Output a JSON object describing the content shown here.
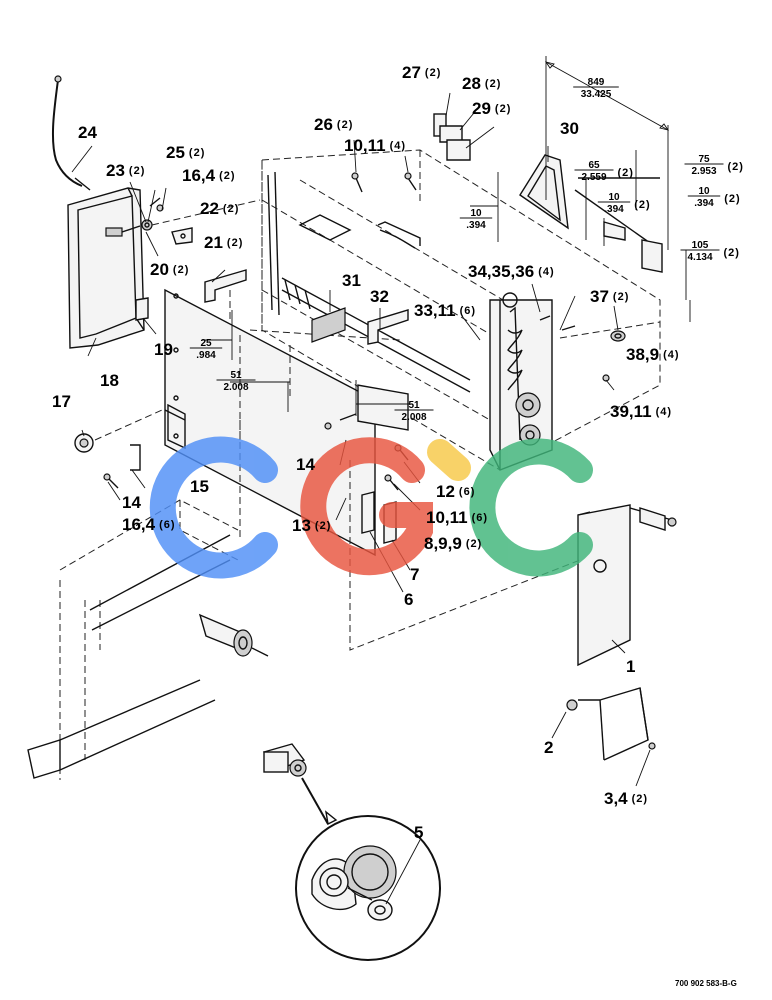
{
  "callouts": [
    {
      "id": "c24",
      "label": "24",
      "qty": ""
    },
    {
      "id": "c23",
      "label": "23",
      "qty": "(2)"
    },
    {
      "id": "c25",
      "label": "25",
      "qty": "(2)"
    },
    {
      "id": "c16a",
      "label": "16,4",
      "qty": "(2)"
    },
    {
      "id": "c22",
      "label": "22",
      "qty": "(2)"
    },
    {
      "id": "c20",
      "label": "20",
      "qty": "(2)"
    },
    {
      "id": "c19",
      "label": "19",
      "qty": ""
    },
    {
      "id": "c18",
      "label": "18",
      "qty": ""
    },
    {
      "id": "c17",
      "label": "17",
      "qty": ""
    },
    {
      "id": "c14a",
      "label": "14",
      "qty": ""
    },
    {
      "id": "c16b",
      "label": "16,4",
      "qty": "(6)"
    },
    {
      "id": "c15",
      "label": "15",
      "qty": ""
    },
    {
      "id": "c21",
      "label": "21",
      "qty": "(2)"
    },
    {
      "id": "c26",
      "label": "26",
      "qty": "(2)"
    },
    {
      "id": "c10a",
      "label": "10,11",
      "qty": "(4)"
    },
    {
      "id": "c27",
      "label": "27",
      "qty": "(2)"
    },
    {
      "id": "c28",
      "label": "28",
      "qty": "(2)"
    },
    {
      "id": "c29",
      "label": "29",
      "qty": "(2)"
    },
    {
      "id": "c30",
      "label": "30",
      "qty": ""
    },
    {
      "id": "c31",
      "label": "31",
      "qty": ""
    },
    {
      "id": "c32",
      "label": "32",
      "qty": ""
    },
    {
      "id": "c33",
      "label": "33,11",
      "qty": "(6)"
    },
    {
      "id": "c34",
      "label": "34,35,36",
      "qty": "(4)"
    },
    {
      "id": "c37",
      "label": "37",
      "qty": "(2)"
    },
    {
      "id": "c38",
      "label": "38,9",
      "qty": "(4)"
    },
    {
      "id": "c39",
      "label": "39,11",
      "qty": "(4)"
    },
    {
      "id": "c14b",
      "label": "14",
      "qty": ""
    },
    {
      "id": "c13",
      "label": "13",
      "qty": "(2)"
    },
    {
      "id": "c12",
      "label": "12",
      "qty": "(6)"
    },
    {
      "id": "c10b",
      "label": "10,11",
      "qty": "(6)"
    },
    {
      "id": "c8",
      "label": "8,9,9",
      "qty": "(2)"
    },
    {
      "id": "c7",
      "label": "7",
      "qty": ""
    },
    {
      "id": "c6",
      "label": "6",
      "qty": ""
    },
    {
      "id": "c1",
      "label": "1",
      "qty": ""
    },
    {
      "id": "c2",
      "label": "2",
      "qty": ""
    },
    {
      "id": "c3",
      "label": "3,4",
      "qty": "(2)"
    },
    {
      "id": "c5",
      "label": "5",
      "qty": ""
    }
  ],
  "dimensions": [
    {
      "id": "d849",
      "top": "849",
      "bottom": "33.425",
      "qty": ""
    },
    {
      "id": "d75",
      "top": "75",
      "bottom": "2.953",
      "qty": "(2)"
    },
    {
      "id": "d10a",
      "top": "10",
      "bottom": ".394",
      "qty": "(2)"
    },
    {
      "id": "d65",
      "top": "65",
      "bottom": "2.559",
      "qty": "(2)"
    },
    {
      "id": "d10b",
      "top": "10",
      "bottom": ".394",
      "qty": "(2)"
    },
    {
      "id": "d105",
      "top": "105",
      "bottom": "4.134",
      "qty": "(2)"
    },
    {
      "id": "d10c",
      "top": "10",
      "bottom": ".394",
      "qty": ""
    },
    {
      "id": "d25",
      "top": "25",
      "bottom": ".984",
      "qty": ""
    },
    {
      "id": "d51a",
      "top": "51",
      "bottom": "2.008",
      "qty": ""
    },
    {
      "id": "d51b",
      "top": "51",
      "bottom": "2.008",
      "qty": ""
    }
  ],
  "watermark": {
    "letters": [
      "C",
      "G",
      "C"
    ],
    "colors": [
      "#4f8ff7",
      "#e8553f",
      "#f7c948",
      "#3fb57a"
    ]
  },
  "drawing_number": "700 902 583-B-G"
}
